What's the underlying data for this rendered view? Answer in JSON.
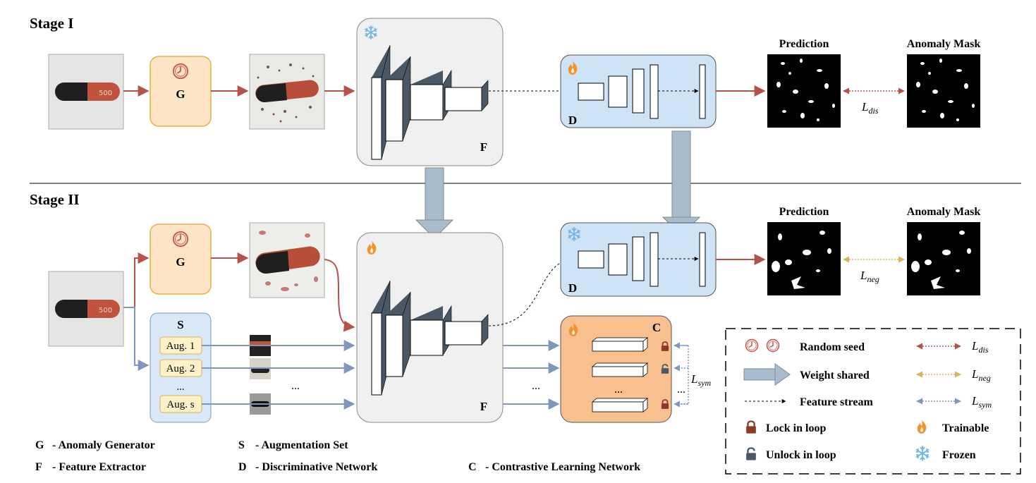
{
  "stage1": {
    "title": "Stage I"
  },
  "stage2": {
    "title": "Stage II"
  },
  "generator": {
    "letter": "G"
  },
  "extractor": {
    "letter": "F"
  },
  "discriminator": {
    "letter": "D"
  },
  "contrastive": {
    "letter": "C"
  },
  "aug_set": {
    "letter": "S",
    "items": [
      "Aug. 1",
      "Aug. 2",
      "...",
      "Aug. s"
    ]
  },
  "prediction": "Prediction",
  "anomaly_mask": "Anomaly Mask",
  "losses": {
    "dis": {
      "base": "L",
      "sub": "dis"
    },
    "neg": {
      "base": "L",
      "sub": "neg"
    },
    "sym": {
      "base": "L",
      "sub": "sym"
    }
  },
  "capsule_text": "500",
  "ellipsis": "...",
  "key": [
    {
      "letter": "G",
      "text": "- Anomaly Generator"
    },
    {
      "letter": "S",
      "text": "- Augmentation Set"
    },
    {
      "letter": "F",
      "text": "- Feature Extractor"
    },
    {
      "letter": "D",
      "text": "- Discriminative Network"
    },
    {
      "letter": "C",
      "text": "- Contrastive Learning Network"
    }
  ],
  "legend": {
    "random_seed": "Random seed",
    "weight_shared": "Weight shared",
    "feature_stream": "Feature stream",
    "lock": "Lock in loop",
    "unlock": "Unlock in loop",
    "trainable": "Trainable",
    "frozen": "Frozen"
  },
  "colors": {
    "red_arrow": "#b5524a",
    "blue_arrow": "#7f97bd",
    "gen_fill": "#fde4c4",
    "gen_stroke": "#e8b24a",
    "d_fill": "#cfe3f7",
    "aug_fill": "#d8e8f7",
    "contrast_fill": "#f7c08e",
    "panel_fill": "#f0f0f0",
    "shared_arrow": "#a9bccc",
    "dark_face": "#4a5866"
  }
}
